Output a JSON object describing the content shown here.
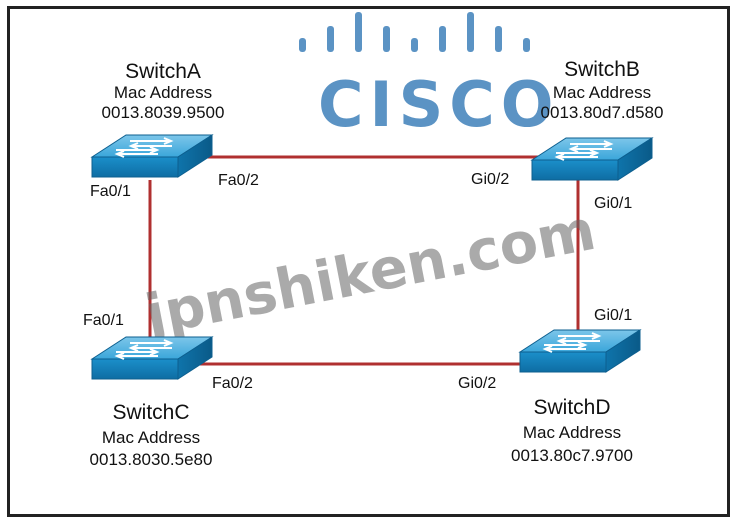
{
  "logo": {
    "text": "CISCO",
    "color": "#5b93c4"
  },
  "watermark": "jpnshiken.com",
  "link_color": "#b03030",
  "switch_color": "#1e90c8",
  "switches": [
    {
      "name": "SwitchA",
      "mac_label": "Mac Address",
      "mac": "0013.8039.9500"
    },
    {
      "name": "SwitchB",
      "mac_label": "Mac Address",
      "mac": "0013.80d7.d580"
    },
    {
      "name": "SwitchC",
      "mac_label": "Mac Address",
      "mac": "0013.8030.5e80"
    },
    {
      "name": "SwitchD",
      "mac_label": "Mac Address",
      "mac": "0013.80c7.9700"
    }
  ],
  "ports": {
    "a_fa01": "Fa0/1",
    "a_fa02": "Fa0/2",
    "b_gi02": "Gi0/2",
    "b_gi01": "Gi0/1",
    "c_fa01": "Fa0/1",
    "c_fa02": "Fa0/2",
    "d_gi01": "Gi0/1",
    "d_gi02": "Gi0/2"
  }
}
